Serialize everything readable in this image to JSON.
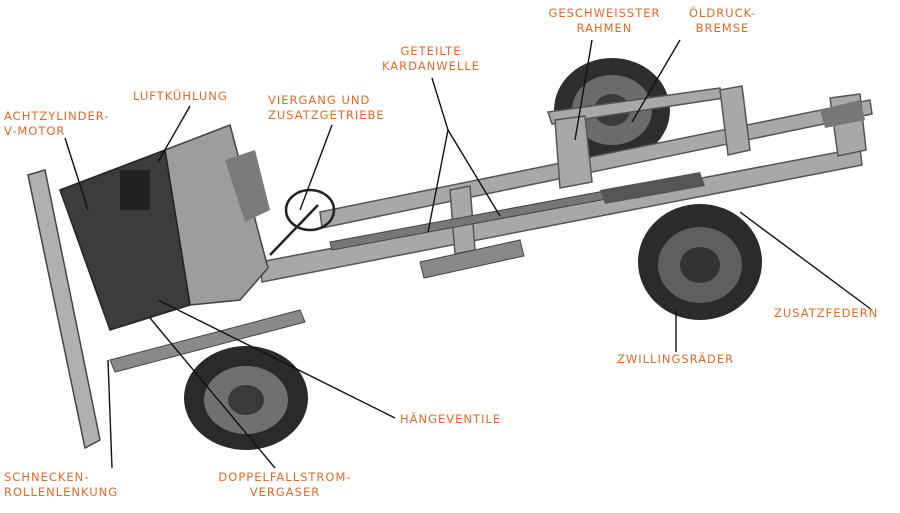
{
  "labels": {
    "geschweisster": "GESCHWEISSTER",
    "rahmen": "RAHMEN",
    "oeldruck": "ÖLDRUCK-",
    "bremse": "BREMSE",
    "geteilte": "GETEILTE",
    "kardanwelle": "KARDANWELLE",
    "luftkuehlung": "LUFTKÜHLUNG",
    "viergang": "VIERGANG UND",
    "zusatzgetriebe": "ZUSATZGETRIEBE",
    "achtzylinder": "ACHTZYLINDER-",
    "vmotor": "V-MOTOR",
    "zusatzfedern": "ZUSATZFEDERN",
    "zwillingsraeder": "ZWILLINGSRÄDER",
    "haengeventile": "HÄNGEVENTILE",
    "schnecken": "SCHNECKEN-",
    "rollenlenkung": "ROLLENLENKUNG",
    "doppelfallstrom": "DOPPELFALLSTROM-",
    "vergaser": "VERGASER"
  },
  "colors": {
    "label": "#e06a2a",
    "leader": "#111111",
    "frame": "#9a9a9a",
    "tire": "#2a2a2a"
  }
}
